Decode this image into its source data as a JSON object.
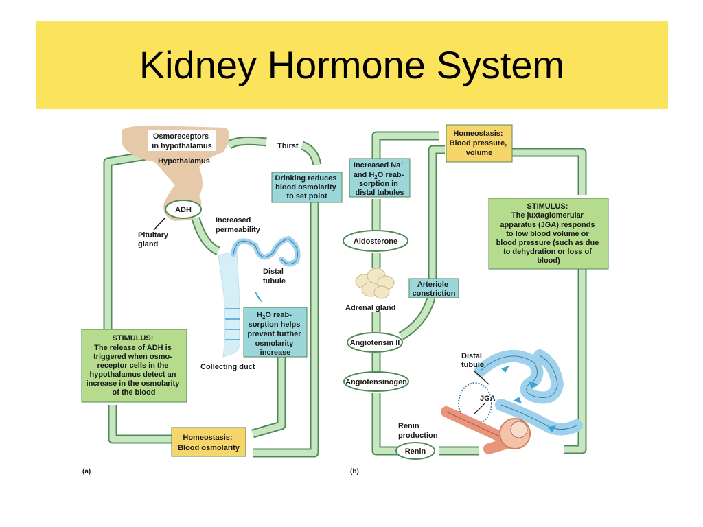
{
  "slide": {
    "title": "Kidney Hormone System"
  },
  "panel_a": {
    "caption": "(a)",
    "osmoreceptors": [
      "Osmoreceptors",
      "in hypothalamus"
    ],
    "hypothalamus": "Hypothalamus",
    "thirst": "Thirst",
    "drinking": [
      "Drinking reduces",
      "blood osmolarity",
      "to set point"
    ],
    "adh": "ADH",
    "increased_permeability": [
      "Increased",
      "permeability"
    ],
    "pituitary": [
      "Pituitary",
      "gland"
    ],
    "distal_tubule": [
      "Distal",
      "tubule"
    ],
    "h2o_box": [
      "H",
      "2",
      "O reab-",
      "sorption helps",
      "prevent further",
      "osmolarity",
      "increase"
    ],
    "collecting_duct": "Collecting duct",
    "stimulus": [
      "STIMULUS:",
      "The release of ADH is",
      "triggered when osmo-",
      "receptor cells in the",
      "hypothalamus detect an",
      "increase in the osmolarity",
      "of the blood"
    ],
    "homeostasis": [
      "Homeostasis:",
      "Blood osmolarity"
    ]
  },
  "panel_b": {
    "caption": "(b)",
    "homeostasis": [
      "Homeostasis:",
      "Blood pressure,",
      "volume"
    ],
    "increased_na": [
      "Increased Na",
      "+",
      "and H",
      "2",
      "O reab-",
      "sorption in",
      "distal tubules"
    ],
    "stimulus": [
      "STIMULUS:",
      "The juxtaglomerular",
      "apparatus (JGA) responds",
      "to low blood volume or",
      "blood pressure (such as due",
      "to dehydration or loss of",
      "blood)"
    ],
    "aldosterone": "Aldosterone",
    "arteriole": [
      "Arteriole",
      "constriction"
    ],
    "adrenal_gland": "Adrenal gland",
    "angiotensin_ii": "Angiotensin II",
    "angiotensinogen": "Angiotensinogen",
    "distal_tubule": [
      "Distal",
      "tubule"
    ],
    "jga": "JGA",
    "renin_production": [
      "Renin",
      "production"
    ],
    "renin": "Renin"
  },
  "colors": {
    "title_bg": "#fbe45b",
    "arrow_fill": "#c8e6c0",
    "arrow_stroke": "#4e8a57",
    "green_box": "#b5dc8c",
    "teal_box": "#9bd6da",
    "yellow_box": "#f6d56b",
    "brain": "#e6c9a8",
    "duct": "#d6eef6",
    "tubule": "#9fd1ec",
    "vessel": "#e7957b"
  }
}
